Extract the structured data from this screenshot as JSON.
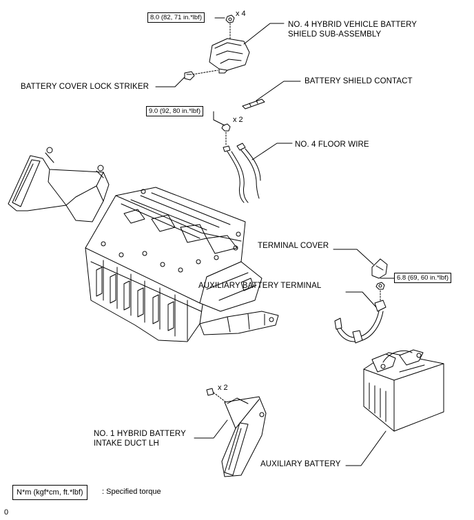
{
  "labels": {
    "shield_line1": "NO. 4 HYBRID VEHICLE BATTERY",
    "shield_line2": "SHIELD SUB-ASSEMBLY",
    "lock_striker": "BATTERY COVER LOCK STRIKER",
    "shield_contact": "BATTERY SHIELD CONTACT",
    "floor_wire": "NO. 4 FLOOR WIRE",
    "terminal_cover": "TERMINAL COVER",
    "aux_terminal": "AUXILIARY BATTERY TERMINAL",
    "intake_line1": "NO. 1 HYBRID BATTERY",
    "intake_line2": "INTAKE DUCT LH",
    "aux_battery": "AUXILIARY BATTERY"
  },
  "torques": {
    "shield_nut": "8.0 (82, 71 in.*lbf)",
    "floor_wire_nut": "9.0 (92, 80 in.*lbf)",
    "terminal_nut": "6.8 (69, 60 in.*lbf)"
  },
  "quantities": {
    "shield_nuts": "x 4",
    "floor_wire_nuts": "x 2",
    "intake_clips": "x 2"
  },
  "legend": {
    "unit_box": "N*m (kgf*cm, ft.*lbf)",
    "description": ": Specified torque"
  },
  "corner_mark": "0"
}
